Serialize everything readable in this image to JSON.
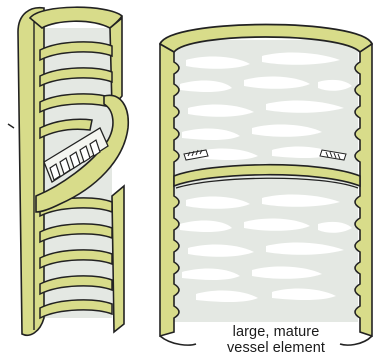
{
  "caption": {
    "line1": "large, mature",
    "line2": "vessel element"
  },
  "colors": {
    "wall": "#d8dc8a",
    "outline": "#222222",
    "lumen": "#e4e8e3",
    "pit": "#e8eae6"
  },
  "left_figure": "narrow vessel element with annular/helical secondary wall thickenings and end-wall perforation",
  "right_figure": "large, mature vessel element with pitted walls and perforation plate between two vessel members"
}
